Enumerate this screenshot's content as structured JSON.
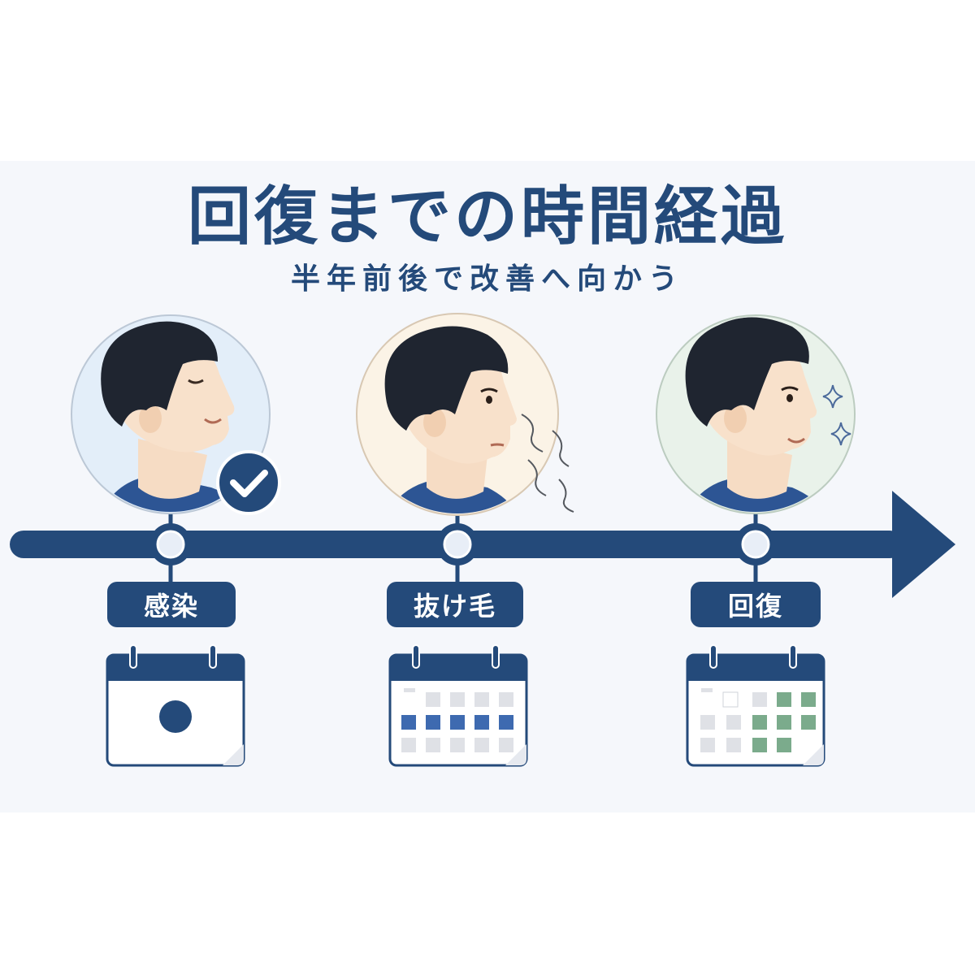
{
  "title": "回復までの時間経過",
  "subtitle": "半年前後で改善へ向かう",
  "stages": [
    {
      "label": "感染",
      "portrait": "man-eyes-closed-smiling",
      "badge": "check-icon",
      "calendar": "single-day-dot"
    },
    {
      "label": "抜け毛",
      "portrait": "man-hair-falling",
      "calendar": "week-row-blue"
    },
    {
      "label": "回復",
      "portrait": "man-recovered-sparkles",
      "calendar": "weeks-green"
    }
  ],
  "colors": {
    "navy": "#244a7a",
    "panel": "#f5f7fb",
    "stage1_bg": "#e3eef9",
    "stage2_bg": "#fbf3e6",
    "stage3_bg": "#e9f2ea",
    "blue_cell": "#3e6ab0",
    "green_cell": "#7bab8c",
    "gray_cell": "#dfe1e6"
  }
}
